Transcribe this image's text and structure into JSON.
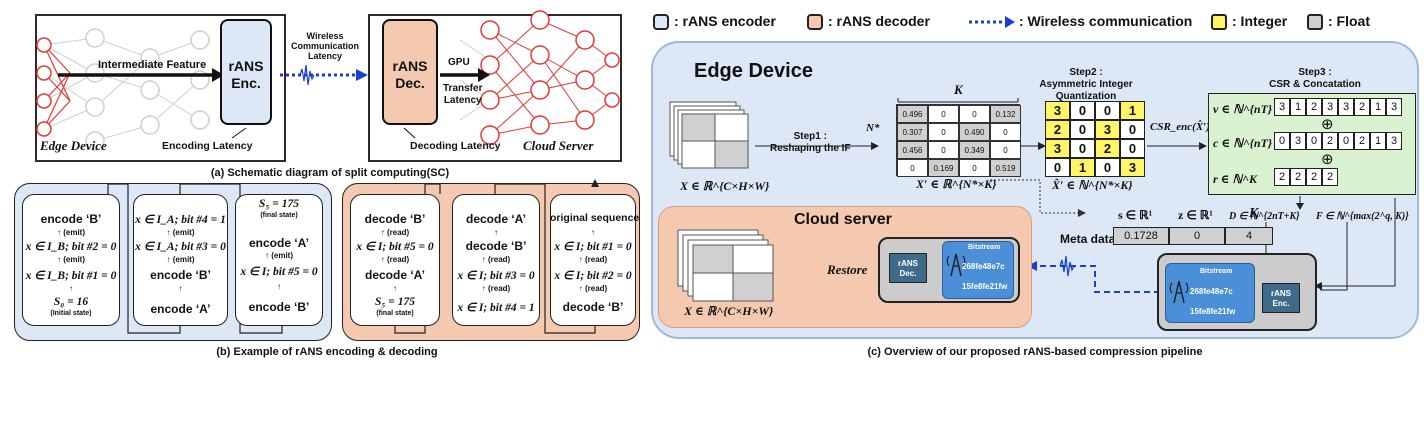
{
  "panel_a": {
    "intermediate_feature": "Intermediate Feature",
    "rans_enc": [
      "rANS",
      "Enc."
    ],
    "edge_device": "Edge Device",
    "encoding_latency": "Encoding Latency",
    "wireless_latency": [
      "Wireless",
      "Communication",
      "Latency"
    ],
    "rans_dec": [
      "rANS",
      "Dec."
    ],
    "gpu": "GPU",
    "transfer_latency": [
      "Transfer",
      "Latency"
    ],
    "decoding_latency": "Decoding Latency",
    "cloud_server": "Cloud Server",
    "caption": "(a) Schematic diagram of split computing(SC)"
  },
  "panel_b": {
    "enc_col1": [
      "encode ‘B’",
      "↑ (emit)",
      "x ∈ I_B; bit #2 = 0",
      "↑ (emit)",
      "x ∈ I_B; bit #1 = 0",
      "↑",
      "S₀ = 16",
      "(Initial state)"
    ],
    "enc_col2": [
      "x ∈ I_A; bit #4 = 1",
      "↑ (emit)",
      "x ∈ I_A; bit #3 = 0",
      "↑ (emit)",
      "encode ‘B’",
      "↑",
      "encode ‘A’"
    ],
    "enc_col3": [
      "S₅ = 175",
      "(final state)",
      "encode ‘A’",
      "↑ (emit)",
      "x ∈ I; bit #5 = 0",
      "↑",
      "encode ‘B’"
    ],
    "dec_col1": [
      "decode ‘B’",
      "↑ (read)",
      "x ∈ I; bit #5 = 0",
      "↑ (read)",
      "decode ‘A’",
      "↑",
      "S₅ = 175",
      "(final state)"
    ],
    "dec_col2": [
      "decode ‘A’",
      "↑",
      "decode ‘B’",
      "↑ (read)",
      "x ∈ I; bit #3 = 0",
      "↑ (read)",
      "x ∈ I; bit #4 = 1"
    ],
    "dec_col3": [
      "original sequence",
      "↑",
      "x ∈ I; bit #1 = 0",
      "↑ (read)",
      "x ∈ I; bit #2 = 0",
      "↑ (read)",
      "decode ‘B’"
    ],
    "caption": "(b) Example of rANS encoding & decoding"
  },
  "legend": {
    "encoder": ": rANS encoder",
    "decoder": ": rANS decoder",
    "wireless": ": Wireless communication",
    "integer": ": Integer",
    "float": ": Float",
    "colors": {
      "encoder": "#dce8f5",
      "decoder": "#f5c9b0",
      "integer": "#fff566",
      "float": "#d0d0d0",
      "wireless": "#1a3fcf",
      "edge_bg": "#dce8f5",
      "cloud_bg": "#f5c9b0",
      "step3_bg": "#d9f2cf"
    }
  },
  "panel_c": {
    "edge_device": "Edge Device",
    "x_in": "X ∈ ℝ^{C×H×W}",
    "step1": [
      "Step1 :",
      "Reshaping the IF"
    ],
    "K": "K",
    "N_star": "N*",
    "matrix": [
      [
        "0.496",
        "0",
        "0",
        "0.132"
      ],
      [
        "0.307",
        "0",
        "0.490",
        "0"
      ],
      [
        "0.456",
        "0",
        "0.349",
        "0"
      ],
      [
        "0",
        "0.169",
        "0",
        "0.519"
      ]
    ],
    "x_prime": "X′ ∈ ℝ^{N*×K}",
    "step2": [
      "Step2 :",
      "Asymmetric Integer Quantization"
    ],
    "qmatrix": [
      [
        "3",
        "0",
        "0",
        "1"
      ],
      [
        "2",
        "0",
        "3",
        "0"
      ],
      [
        "3",
        "0",
        "2",
        "0"
      ],
      [
        "0",
        "1",
        "0",
        "3"
      ]
    ],
    "x_hat": "X̂′ ∈ ℕ^{N*×K}",
    "csr_enc": "CSR_enc(X̂′)",
    "step3": [
      "Step3 :",
      "CSR & Concatation"
    ],
    "v_label": "v ∈ ℕ^{nT}",
    "v_values": [
      "3",
      "1",
      "2",
      "3",
      "3",
      "2",
      "1",
      "3"
    ],
    "c_label": "c ∈ ℕ^{nT}",
    "c_values": [
      "0",
      "3",
      "0",
      "2",
      "0",
      "2",
      "1",
      "3"
    ],
    "r_label": "r ∈ ℕ^K",
    "r_values": [
      "2",
      "2",
      "2",
      "2"
    ],
    "oplus": "⊕",
    "meta_label": "Meta data",
    "meta_headers": [
      "s ∈ ℝ¹",
      "z ∈ ℝ¹",
      "K"
    ],
    "meta_values": [
      "0.1728",
      "0",
      "4"
    ],
    "D_label": "D ∈ ℕ^{2nT+K}",
    "F_label": "F ∈ ℕ^{max(2^q, K)}",
    "cloud_server": "Cloud server",
    "restore": "Restore",
    "x_out": "X ∈ ℝ^{C×H×W}",
    "bitstream": [
      "Bitstream",
      "268fe48e7c",
      "15fe8fe21fw"
    ],
    "rans_dec": [
      "rANS",
      "Dec."
    ],
    "rans_enc": [
      "rANS",
      "Enc."
    ],
    "caption": "(c) Overview of our proposed rANS-based compression pipeline"
  }
}
